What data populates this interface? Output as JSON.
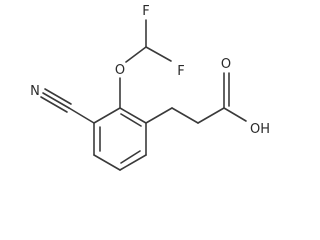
{
  "molecule": {
    "atoms": {
      "fluorine_top": "F",
      "fluorine_right": "F",
      "oxygen_ether": "O",
      "nitrogen_nitrile": "N",
      "carbonyl_oxygen": "O",
      "hydroxyl": "OH"
    }
  }
}
